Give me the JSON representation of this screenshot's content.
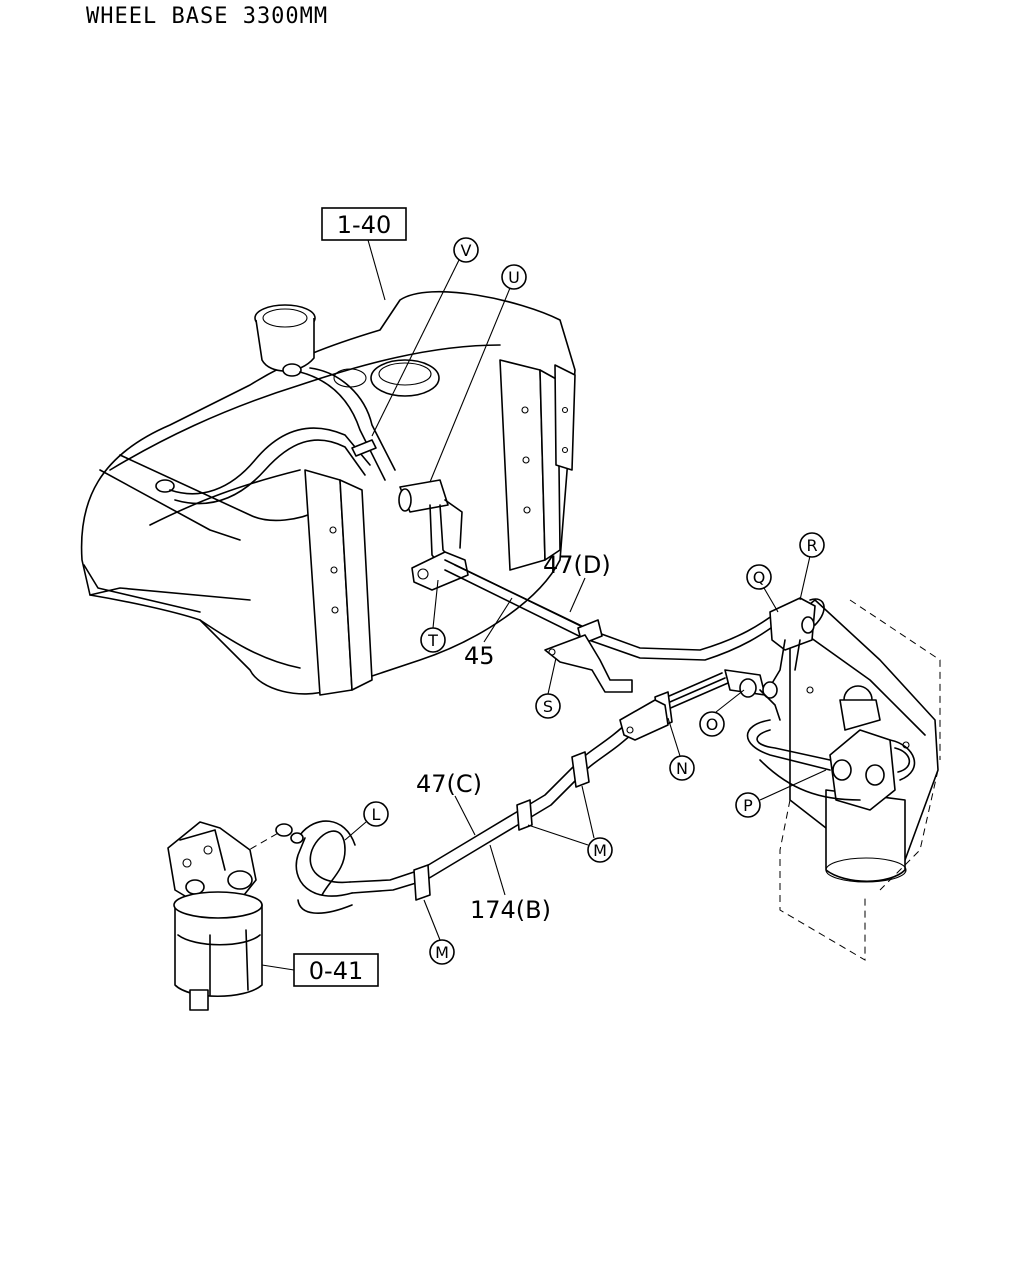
{
  "title": "WHEEL BASE 3300MM",
  "boxed_refs": {
    "tank": "1-40",
    "filter": "0-41"
  },
  "part_numbers": {
    "hose_d": "47(D)",
    "pipe_45": "45",
    "hose_c": "47(C)",
    "pipe_b": "174(B)"
  },
  "callouts": {
    "V": "V",
    "U": "U",
    "T": "T",
    "S": "S",
    "R": "R",
    "Q": "Q",
    "O": "O",
    "N": "N",
    "P": "P",
    "M1": "M",
    "M2": "M",
    "L": "L"
  }
}
